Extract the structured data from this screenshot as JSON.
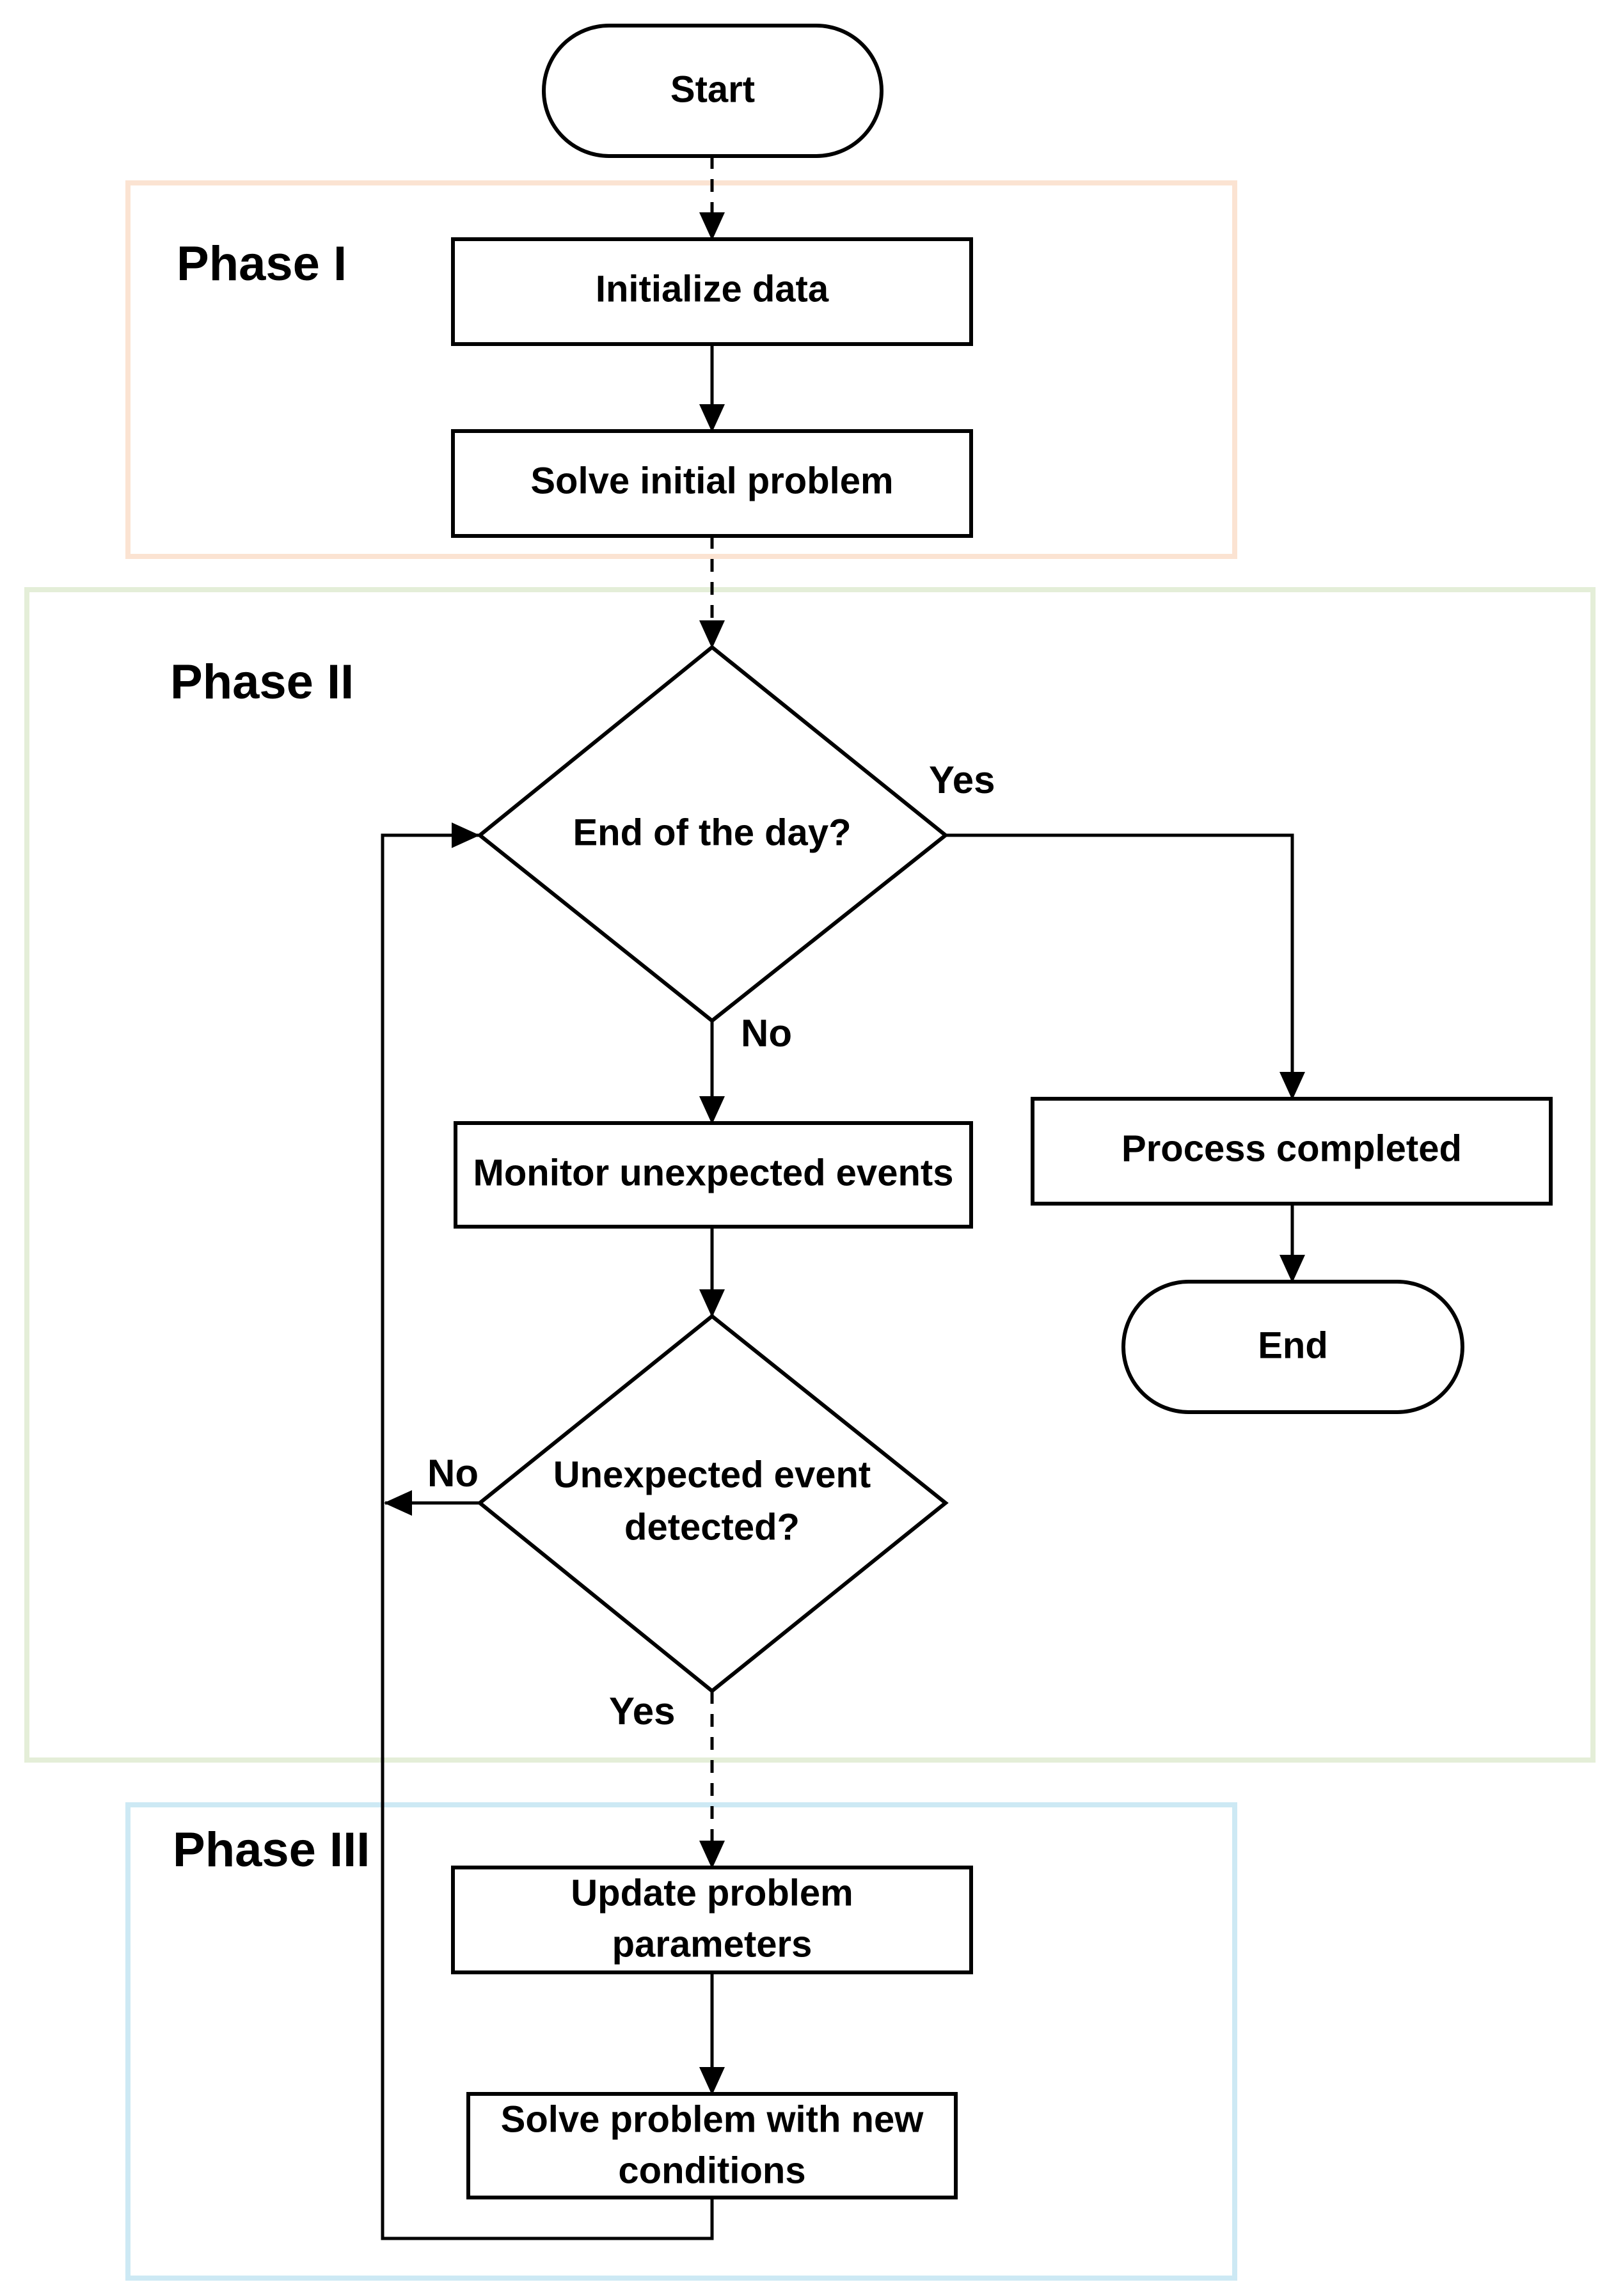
{
  "phases": [
    {
      "label": "Phase I",
      "color": "#fbe3d2"
    },
    {
      "label": "Phase II",
      "color": "#e4eed8"
    },
    {
      "label": "Phase III",
      "color": "#cde9f4"
    }
  ],
  "nodes": {
    "start": "Start",
    "initialize": "Initialize data",
    "solve_initial": "Solve initial problem",
    "end_of_day": "End of the day?",
    "monitor": "Monitor unexpected events",
    "event_detected_line1": "Unexpected event",
    "event_detected_line2": "detected?",
    "process_completed": "Process completed",
    "end": "End",
    "update_line1": "Update problem",
    "update_line2": "parameters",
    "solve_new_line1": "Solve problem with new",
    "solve_new_line2": "conditions"
  },
  "branches": {
    "end_of_day_yes": "Yes",
    "end_of_day_no": "No",
    "event_no": "No",
    "event_yes": "Yes"
  }
}
